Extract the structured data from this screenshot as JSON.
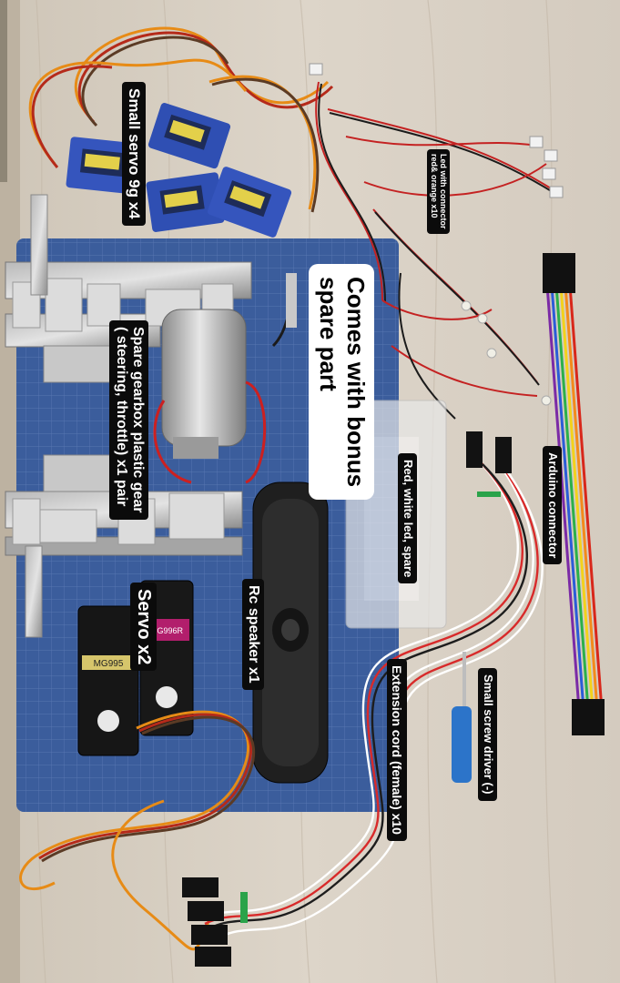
{
  "labels": {
    "small_servo": "Small servo 9g x4",
    "led_connector_line1": "Led with connector",
    "led_connector_line2": "red& orange x10",
    "bonus_line1": "Comes with bonus",
    "bonus_line2": "spare part",
    "gearbox_line1": "Spare gearbox plastic gear",
    "gearbox_line2": "( steering, throttle) x1 pair",
    "red_white_led": "Red, white led, spare",
    "arduino_connector": "Arduino connector",
    "servo_x2": "Servo x2",
    "rc_speaker": "Rc speaker x1",
    "screw_driver": "Small screw driver (-)",
    "extension_cord": "Extension cord  (female) x10"
  },
  "parts_text": {
    "servo_model_1": "MG995",
    "servo_model_2": "MG996R"
  },
  "colors": {
    "wood": "#d8cfc2",
    "cutting_mat": "#3c5e9e",
    "label_bg": "#0b0b0b",
    "label_text": "#ffffff",
    "bonus_bg": "#ffffff"
  }
}
